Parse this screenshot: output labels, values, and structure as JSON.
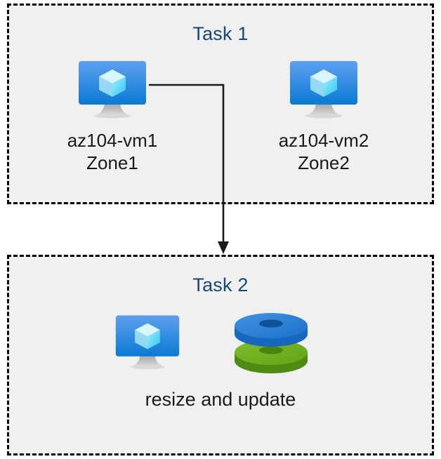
{
  "diagram": {
    "type": "azure-vm-task-flow",
    "background_color": "#ffffff",
    "box_fill_color": "#f0f0f0",
    "box_border_color": "#000000",
    "title_color": "#13487f",
    "label_color": "#1a1a1a",
    "connector_color": "#1a1a1a"
  },
  "task1": {
    "title": "Task 1",
    "nodes": [
      {
        "icon": "virtual-machine-icon",
        "name": "az104-vm1",
        "zone": "Zone1",
        "label": "az104-vm1\nZone1"
      },
      {
        "icon": "virtual-machine-icon",
        "name": "az104-vm2",
        "zone": "Zone2",
        "label": "az104-vm2\nZone2"
      }
    ]
  },
  "task2": {
    "title": "Task 2",
    "caption": "resize and update",
    "nodes": [
      {
        "icon": "virtual-machine-icon"
      },
      {
        "icon": "managed-disks-icon",
        "disk_colors": [
          "#2a7fd4",
          "#5fa821"
        ]
      }
    ]
  },
  "connector": {
    "from": "az104-vm1",
    "to": "task2",
    "arrow": "down-arrow-icon"
  },
  "icons": {
    "vm": "virtual-machine-icon",
    "disks": "managed-disks-icon",
    "arrow": "down-arrow-icon"
  }
}
